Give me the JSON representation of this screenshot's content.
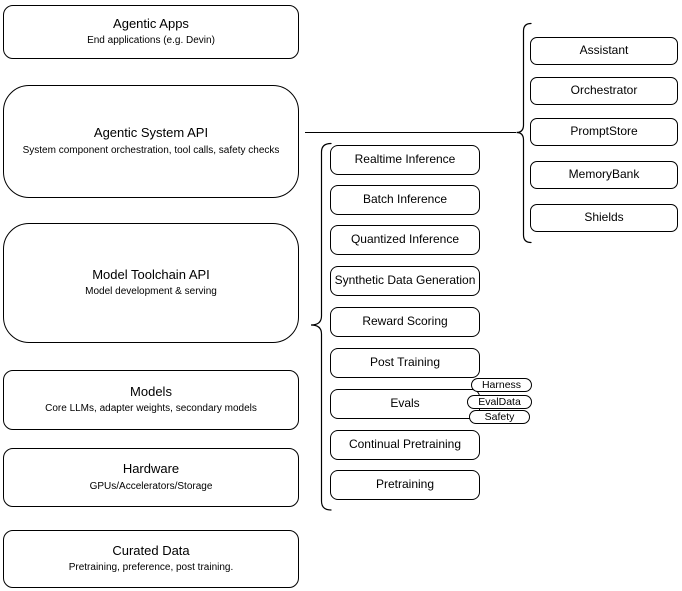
{
  "diagram": {
    "background": "#ffffff",
    "stroke_color": "#000000",
    "text_color": "#000000",
    "stack": [
      {
        "title": "Agentic Apps",
        "subtitle": "End applications (e.g. Devin)"
      },
      {
        "title": "Agentic System API",
        "subtitle": "System component orchestration, tool calls, safety checks"
      },
      {
        "title": "Model Toolchain API",
        "subtitle": "Model development & serving"
      },
      {
        "title": "Models",
        "subtitle": "Core LLMs, adapter weights, secondary models"
      },
      {
        "title": "Hardware",
        "subtitle": "GPUs/Accelerators/Storage"
      },
      {
        "title": "Curated Data",
        "subtitle": "Pretraining, preference, post training."
      }
    ],
    "toolchain_items": [
      "Realtime Inference",
      "Batch Inference",
      "Quantized Inference",
      "Synthetic Data Generation",
      "Reward Scoring",
      "Post Training",
      "Evals",
      "Continual Pretraining",
      "Pretraining"
    ],
    "evals_tags": [
      "Harness",
      "EvalData",
      "Safety"
    ],
    "system_components": [
      "Assistant",
      "Orchestrator",
      "PromptStore",
      "MemoryBank",
      "Shields"
    ]
  }
}
